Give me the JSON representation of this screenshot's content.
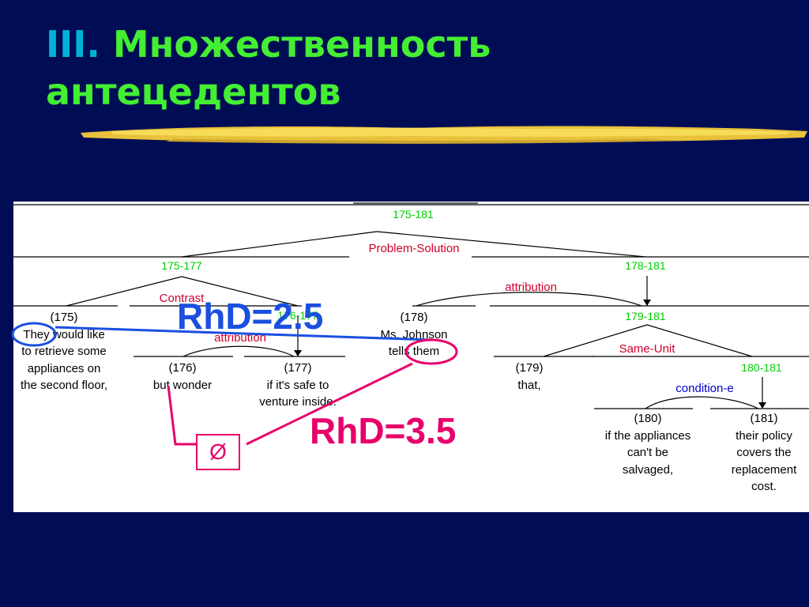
{
  "slide": {
    "title_num": "III.",
    "title_line1": "Множественность",
    "title_line2": "антецедентов"
  },
  "tree": {
    "spans": {
      "s175_181": "175-181",
      "s175_177": "175-177",
      "s176_177": "176-177",
      "s178_181": "178-181",
      "s179_181": "179-181",
      "s180_181": "180-181"
    },
    "relations": {
      "problem_solution": "Problem-Solution",
      "contrast": "Contrast",
      "attribution_top": "attribution",
      "attribution_low": "attribution",
      "same_unit": "Same-Unit",
      "condition": "condition-e"
    },
    "segments": {
      "seg175": {
        "id": "(175)",
        "lines": [
          "They would like",
          "to retrieve some",
          "appliances on",
          "the second floor,"
        ]
      },
      "seg176": {
        "id": "(176)",
        "lines": [
          "but wonder"
        ]
      },
      "seg177": {
        "id": "(177)",
        "lines": [
          "if it's safe to",
          "venture inside."
        ]
      },
      "seg178": {
        "id": "(178)",
        "lines": [
          "Ms. Johnson",
          "tells them"
        ]
      },
      "seg179": {
        "id": "(179)",
        "lines": [
          "that,"
        ]
      },
      "seg180": {
        "id": "(180)",
        "lines": [
          "if the appliances",
          "can't be",
          "salvaged,"
        ]
      },
      "seg181": {
        "id": "(181)",
        "lines": [
          "their policy",
          "covers the",
          "replacement",
          "cost."
        ]
      }
    }
  },
  "annotations": {
    "rhd_blue": "RhD=2.5",
    "rhd_pink": "RhD=3.5",
    "empty_symbol": "Ø",
    "colors": {
      "blue": "#1a4fe0",
      "pink": "#e8006a"
    }
  }
}
